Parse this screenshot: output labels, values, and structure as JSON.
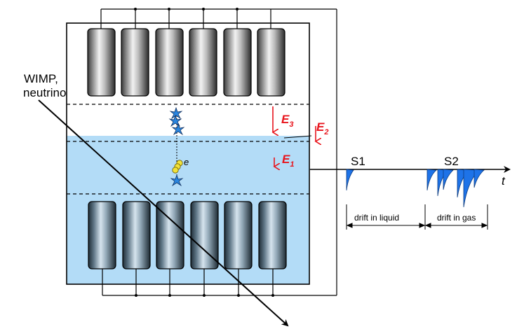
{
  "labels": {
    "particle_line1": "WIMP,",
    "particle_line2": "neutrino",
    "electron": "e",
    "field_e3": "E",
    "field_e3_sub": "3",
    "field_e2": "E",
    "field_e2_sub": "2",
    "field_e1": "E",
    "field_e1_sub": "1",
    "s1": "S1",
    "s2": "S2",
    "time_axis": "t",
    "drift_liquid": "drift in liquid",
    "drift_gas": "drift in gas"
  },
  "colors": {
    "liquid": "#b3dcf7",
    "field_arrow": "#e8141c",
    "pulse": "#1e73e8",
    "electron": "#f1e23a",
    "photon_star": "#2a86e0"
  },
  "pmt_rows": {
    "top_count": 6,
    "bottom_count": 6
  }
}
